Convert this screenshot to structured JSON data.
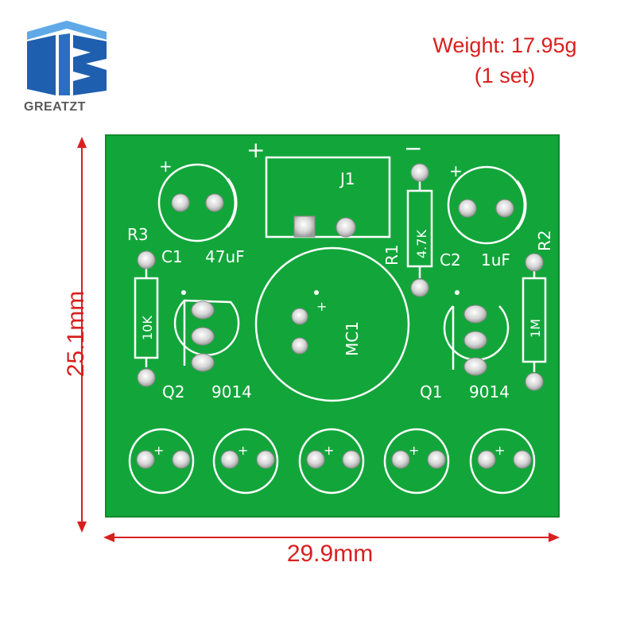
{
  "brand": {
    "logo_text": "GREATZT",
    "colors": {
      "logo_blue": "#1f5fb0",
      "logo_light": "#5fa9e8"
    }
  },
  "spec": {
    "weight_line": "Weight: 17.95g",
    "set_line": "(1 set)"
  },
  "dimensions": {
    "height": "25.1mm",
    "width": "29.9mm",
    "color": "#d8201f"
  },
  "board": {
    "color": "#12a63a",
    "silkscreen": {
      "plus": "+",
      "minus": "−",
      "dot_plus": "+",
      "j1": "J1",
      "r1": "R1",
      "r2": "R2",
      "r3": "R3",
      "c1": "C1",
      "c1_value": "47uF",
      "c2": "C2",
      "c2_value": "1uF",
      "r1_value": "4.7K",
      "r3_value": "10K",
      "r2_value": "1M",
      "mc1": "MC1",
      "q1": "Q1",
      "q1_value": "9014",
      "q2": "Q2",
      "q2_value": "9014"
    }
  }
}
